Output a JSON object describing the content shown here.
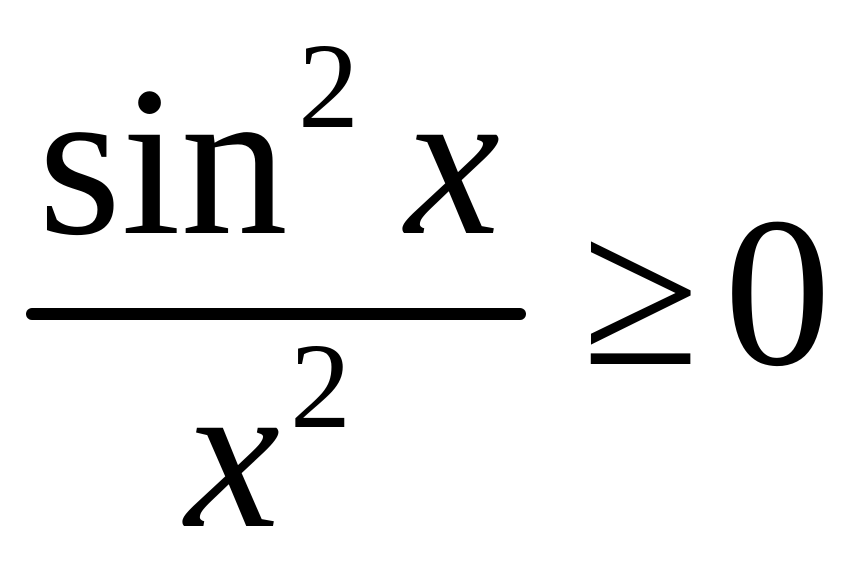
{
  "formula": {
    "numerator": {
      "function": "sin",
      "exponent": "2",
      "variable": "x"
    },
    "denominator": {
      "variable": "x",
      "exponent": "2"
    },
    "relation": "≥",
    "right_side": "0"
  },
  "colors": {
    "text": "#000000",
    "background": "#ffffff"
  }
}
